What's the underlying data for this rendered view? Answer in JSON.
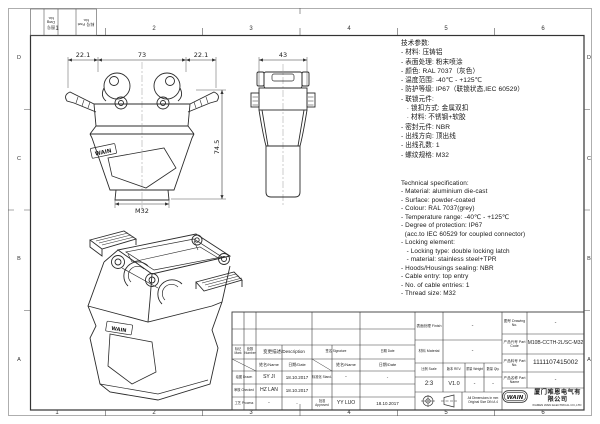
{
  "border": {
    "cols": [
      "1",
      "2",
      "3",
      "4",
      "5",
      "6"
    ],
    "rows": [
      "D",
      "C",
      "B",
      "A"
    ]
  },
  "corner_block": {
    "cell_a": "图号 Dwg No.",
    "cell_b": "料号 Part No."
  },
  "views": {
    "front": {
      "dim_left": "22.1",
      "dim_mid": "73",
      "dim_right": "22.1",
      "dim_height": "74.5",
      "dim_thread": "M32",
      "brand": "WAIN"
    },
    "side": {
      "dim_width": "43"
    },
    "iso": {
      "brand": "WAIN"
    }
  },
  "specs_cn": {
    "lines": [
      "技术参数:",
      "- 材料: 压铸铝",
      "- 表面处理: 粉末喷涂",
      "- 颜色: RAL 7037（灰色）",
      "- 温度范围: -40℃ - +125℃",
      "- 防护等级: IP67（联锁状态,IEC 60529）",
      "- 联锁元件:",
      "   · 锁扣方式: 金属双扣",
      "   · 材料: 不锈钢+软胶",
      "- 密封元件: NBR",
      "- 出线方向: 顶出线",
      "- 出线孔数: 1",
      "- 螺纹规格: M32"
    ]
  },
  "specs_en": {
    "lines": [
      "Technical specification:",
      "- Material: aluminium die-cast",
      "- Surface: powder-coated",
      "- Colour: RAL 7037(grey)",
      "- Temperature range: -40℃ - +125℃",
      "- Degree of protection: IP67",
      "  (acc.to IEC 60529 for coupled connector)",
      "- Locking element:",
      "   - Locking type: double locking latch",
      "   - material: stainless steel+TPR",
      "- Hoods/Housings sealing: NBR",
      "- Cable entry: top entry",
      "- No. of cable entries: 1",
      "- Thread size: M32"
    ]
  },
  "title_block": {
    "revision": {
      "mark": "标记 Mark",
      "number": "处数 Number",
      "description": "变更描述/Description",
      "signature": "签名 Signature",
      "date": "日期 Date",
      "name_sub": "姓名/Name",
      "date_sub": "日期/Date",
      "drawn": "绘图 Drawn",
      "drawn_name": "SY JI",
      "drawn_date": "18.10.2017",
      "checked": "审核 Checked",
      "checked_name": "HZ LAN",
      "checked_date": "18.10.2017",
      "process": "工艺 Process",
      "process_name": "-",
      "process_date": "-",
      "stand": "标准化 Stand.",
      "stand_name": "-",
      "stand_date": "-",
      "approved": "批准 Approved",
      "approved_name": "YY LUO",
      "approved_date": "18.10.2017"
    },
    "info": {
      "finish": "表面处理 Finish",
      "finish_val": "-",
      "material": "材料 Material",
      "material_val": "-",
      "scale": "比例 Scale",
      "scale_val": "2:3",
      "rev": "版本 REV.",
      "rev_val": "V1.0",
      "weight": "重量 Weight",
      "weight_val": "-",
      "qty": "数量 Qty.",
      "qty_val": "-",
      "dims_note": "All Dimensions in mm Original Size DIN A 4",
      "drawing_no": "图号 Drawing No.",
      "drawing_no_val": "-",
      "part_code": "产品代号 Part Code",
      "part_code_val": "M10B-CCTH-2L/SC-M32",
      "part_no": "产品料号 Part No.",
      "part_no_val": "1111107415002",
      "part_name": "产品名称 Part Name",
      "part_name_val": "-",
      "logo": "WAIN",
      "company_cn": "厦门唯恩电气有限公司",
      "company_en": "XIAMEN WAIN ELECTRICAL CO.,LTD"
    }
  }
}
